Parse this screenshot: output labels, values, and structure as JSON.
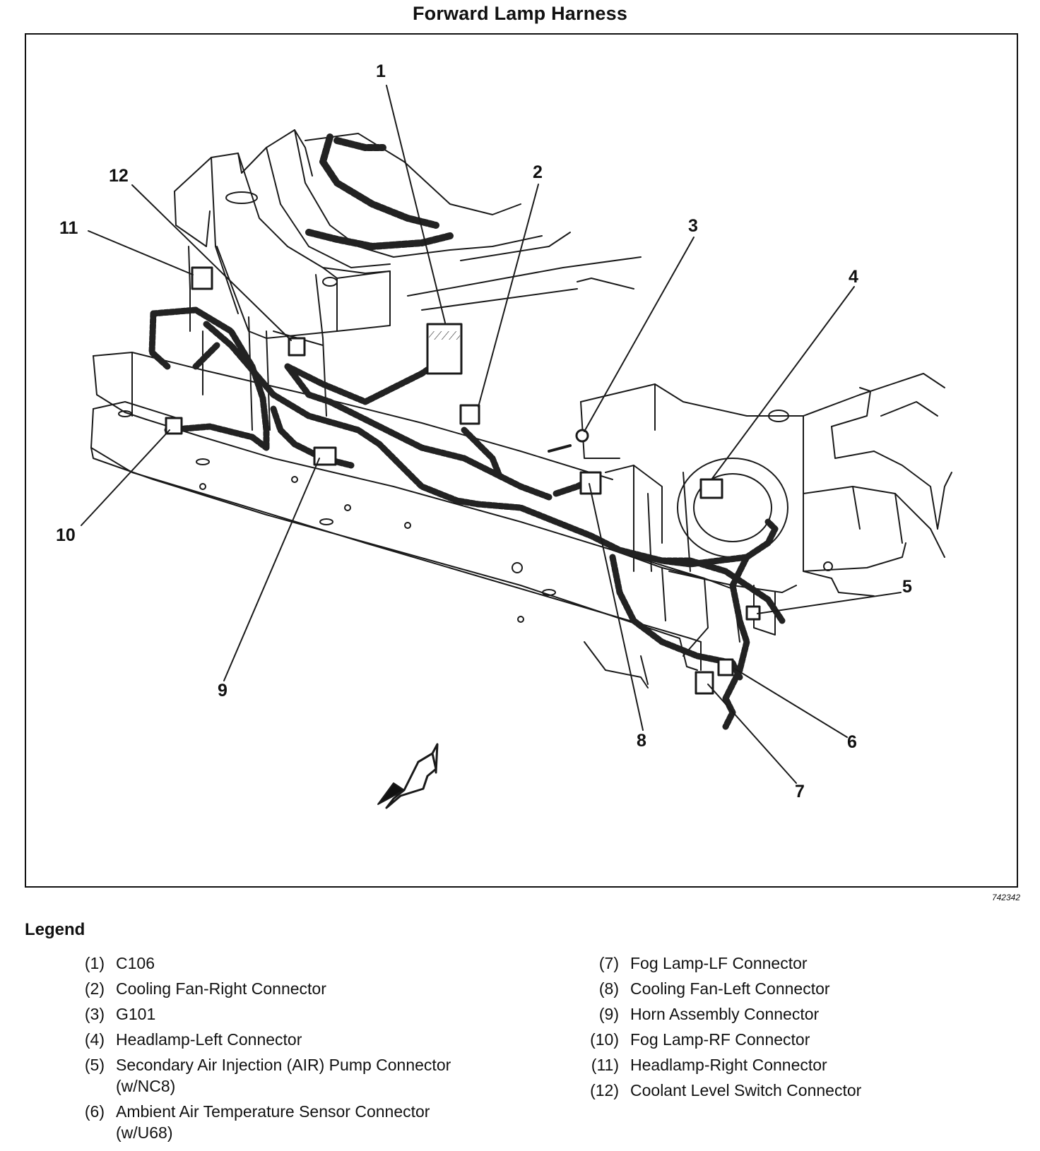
{
  "title": "Forward Lamp Harness",
  "figure_id": "742342",
  "callouts": [
    "1",
    "2",
    "3",
    "4",
    "5",
    "6",
    "7",
    "8",
    "9",
    "10",
    "11",
    "12"
  ],
  "legend": {
    "title": "Legend",
    "items": [
      {
        "num": "(1)",
        "text": "C106"
      },
      {
        "num": "(2)",
        "text": "Cooling Fan-Right Connector"
      },
      {
        "num": "(3)",
        "text": "G101"
      },
      {
        "num": "(4)",
        "text": "Headlamp-Left Connector"
      },
      {
        "num": "(5)",
        "text": "Secondary Air Injection (AIR) Pump Connector (w/NC8)"
      },
      {
        "num": "(6)",
        "text": "Ambient Air Temperature Sensor Connector (w/U68)"
      },
      {
        "num": "(7)",
        "text": "Fog Lamp-LF Connector"
      },
      {
        "num": "(8)",
        "text": "Cooling Fan-Left Connector"
      },
      {
        "num": "(9)",
        "text": "Horn Assembly Connector"
      },
      {
        "num": "(10)",
        "text": "Fog Lamp-RF Connector"
      },
      {
        "num": "(11)",
        "text": "Headlamp-Right Connector"
      },
      {
        "num": "(12)",
        "text": "Coolant Level Switch Connector"
      }
    ]
  }
}
